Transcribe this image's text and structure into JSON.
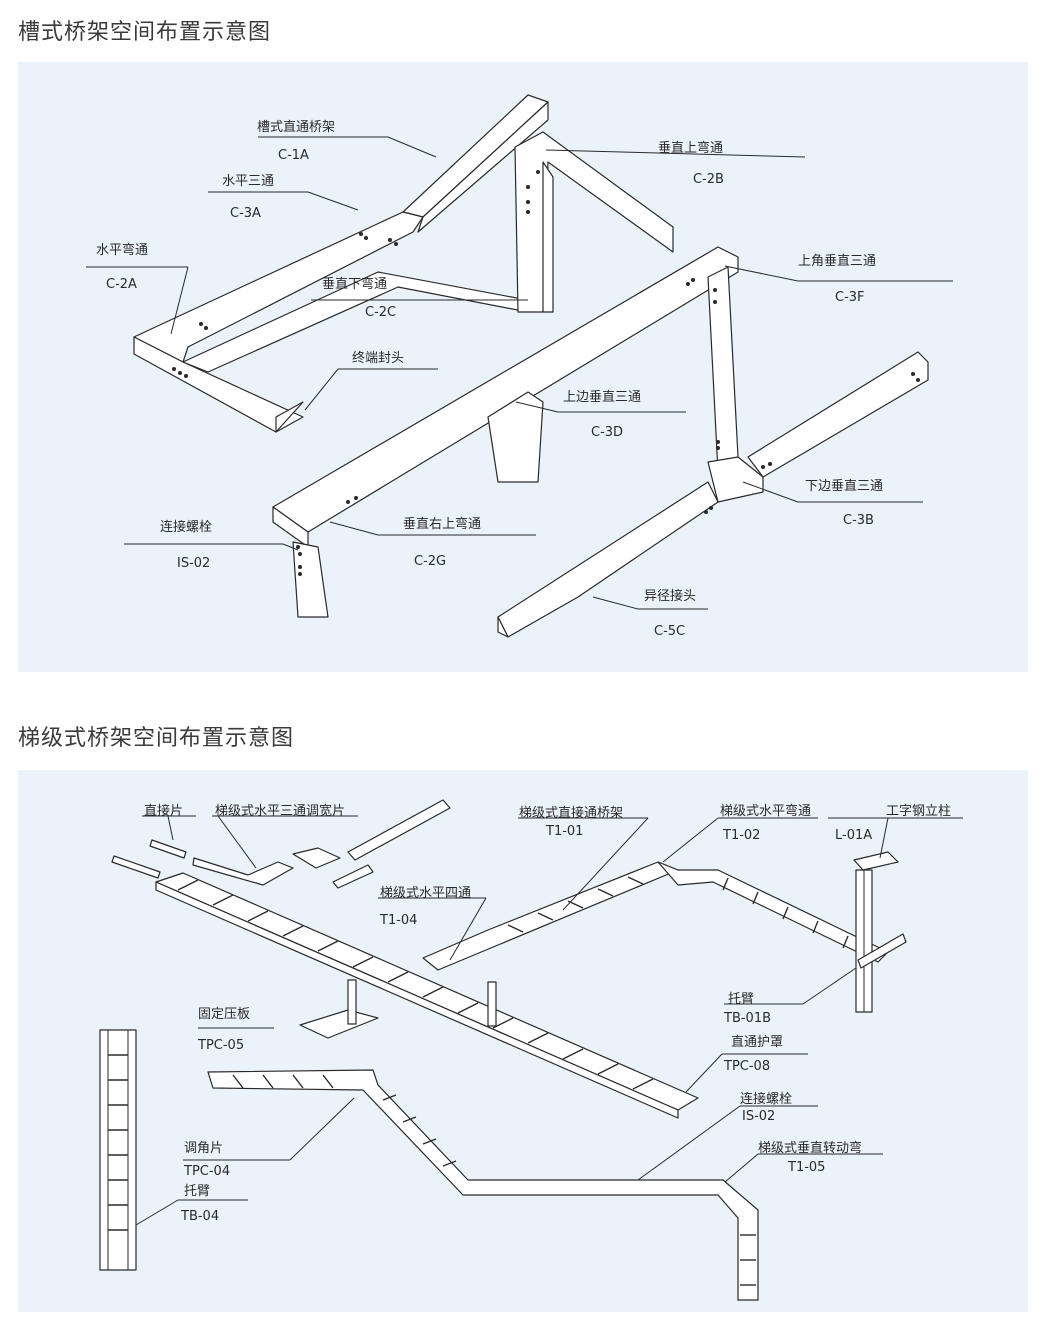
{
  "section1": {
    "title": "槽式桥架空间布置示意图",
    "callouts": [
      {
        "name": "槽式直通桥架",
        "code": "C-1A"
      },
      {
        "name": "水平三通",
        "code": "C-3A"
      },
      {
        "name": "水平弯通",
        "code": "C-2A"
      },
      {
        "name": "垂直下弯通",
        "code": "C-2C"
      },
      {
        "name": "终端封头",
        "code": ""
      },
      {
        "name": "垂直上弯通",
        "code": "C-2B"
      },
      {
        "name": "上角垂直三通",
        "code": "C-3F"
      },
      {
        "name": "上边垂直三通",
        "code": "C-3D"
      },
      {
        "name": "下边垂直三通",
        "code": "C-3B"
      },
      {
        "name": "连接螺栓",
        "code": "IS-02"
      },
      {
        "name": "垂直右上弯通",
        "code": "C-2G"
      },
      {
        "name": "异径接头",
        "code": "C-5C"
      }
    ]
  },
  "section2": {
    "title": "梯级式桥架空间布置示意图",
    "callouts": [
      {
        "name": "直接片",
        "code": ""
      },
      {
        "name": "梯级式水平三通调宽片",
        "code": ""
      },
      {
        "name": "梯级式直接通桥架",
        "code": "T1-01"
      },
      {
        "name": "梯级式水平弯通",
        "code": "T1-02"
      },
      {
        "name": "工字钢立柱",
        "code": "L-01A"
      },
      {
        "name": "梯级式水平四通",
        "code": "T1-04"
      },
      {
        "name": "托臂",
        "code": "TB-01B"
      },
      {
        "name": "固定压板",
        "code": "TPC-05"
      },
      {
        "name": "直通护罩",
        "code": "TPC-08"
      },
      {
        "name": "连接螺栓",
        "code": "IS-02"
      },
      {
        "name": "梯级式垂直转动弯",
        "code": "T1-05"
      },
      {
        "name": "调角片",
        "code": "TPC-04"
      },
      {
        "name": "托臂",
        "code": "TB-04"
      }
    ]
  }
}
